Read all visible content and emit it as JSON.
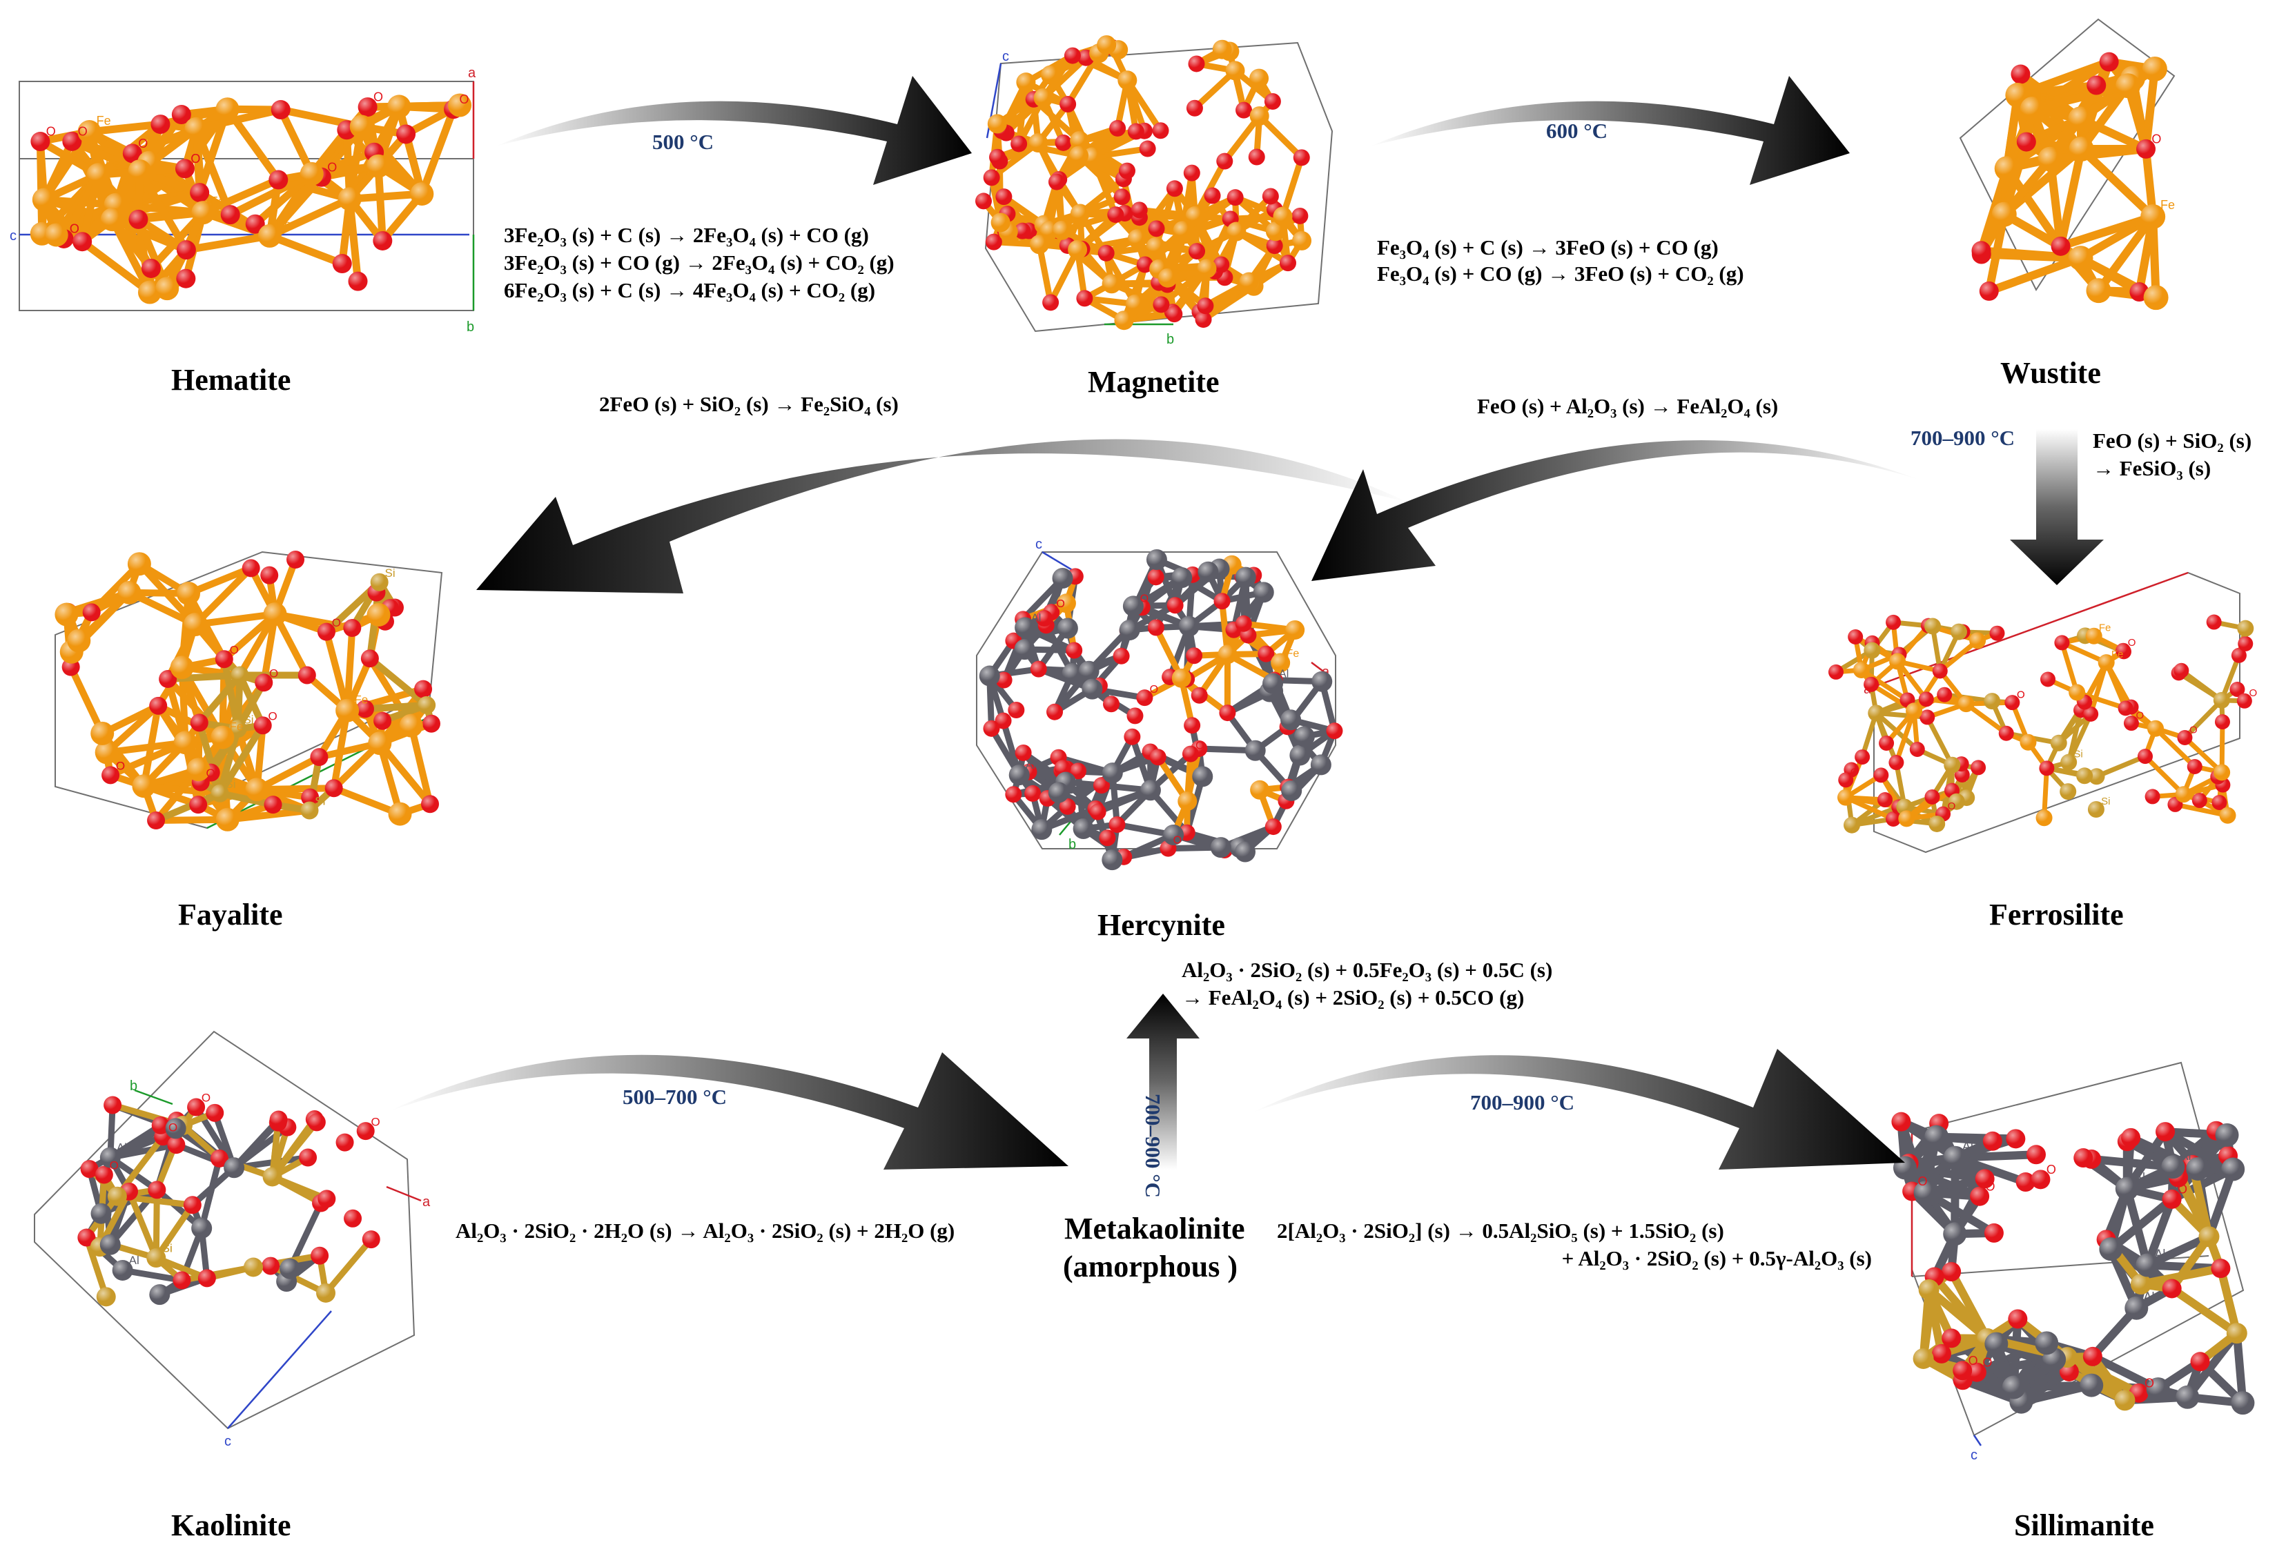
{
  "colors": {
    "iron": "#f0960f",
    "oxygen": "#e3141b",
    "aluminum": "#5c5c66",
    "silicon": "#c89a2a",
    "temperature_text": "#1f3a6e"
  },
  "minerals": {
    "hematite": "Hematite",
    "magnetite": "Magnetite",
    "wustite": "Wustite",
    "fayalite": "Fayalite",
    "hercynite": "Hercynite",
    "ferrosilite": "Ferrosilite",
    "kaolinite": "Kaolinite",
    "metakaolinite_line1": "Metakaolinite",
    "metakaolinite_line2": "(amorphous )",
    "sillimanite": "Sillimanite"
  },
  "temperatures": {
    "hem_to_mag": "500 °C",
    "mag_to_wus": "600 °C",
    "wus_to_fer": "700–900 °C",
    "kao_to_meta": "500–700 °C",
    "meta_to_her": "700–900 °C",
    "meta_to_sil": "700–900 °C"
  },
  "equations": {
    "hem_mag_1": "3Fe₂O₃ (s) + C (s) → 2Fe₃O₄ (s) + CO (g)",
    "hem_mag_2": "3Fe₂O₃ (s) + CO (g) → 2Fe₃O₄ (s) + CO₂ (g)",
    "hem_mag_3": "6Fe₂O₃ (s) + C (s) → 4Fe₃O₄ (s) + CO₂ (g)",
    "mag_wus_1": "Fe₃O₄ (s) + C (s) →  3FeO (s) + CO (g)",
    "mag_wus_2": "Fe₃O₄ (s) + CO (g) →  3FeO (s) + CO₂ (g)",
    "fayalite": "2FeO (s) + SiO₂ (s) →  Fe₂SiO₄ (s)",
    "hercynite": "FeO (s) + Al₂O₃ (s) →  FeAl₂O₄ (s)",
    "ferrosilite_1": "FeO (s) + SiO₂ (s)",
    "ferrosilite_2": "→  FeSiO₃ (s)",
    "meta_her_1": "Al₂O₃ · 2SiO₂ (s) + 0.5Fe₂O₃ (s) + 0.5C (s)",
    "meta_her_2": "→ FeAl₂O₄ (s) + 2SiO₂ (s) + 0.5CO (g)",
    "kaolinite": "Al₂O₃ · 2SiO₂ · 2H₂O (s) → Al₂O₃ · 2SiO₂ (s) + 2H₂O (g)",
    "sillimanite_1": "2[Al₂O₃ · 2SiO₂] (s) → 0.5Al₂SiO₅ (s) + 1.5SiO₂ (s)",
    "sillimanite_2": "+ Al₂O₃ · 2SiO₂ (s) + 0.5γ-Al₂O₃ (s)"
  },
  "atom_labels": {
    "iron": "Fe",
    "oxygen": "O",
    "aluminum": "Al",
    "silicon": "Si"
  },
  "axis_labels": {
    "a": "a",
    "b": "b",
    "c": "c"
  }
}
